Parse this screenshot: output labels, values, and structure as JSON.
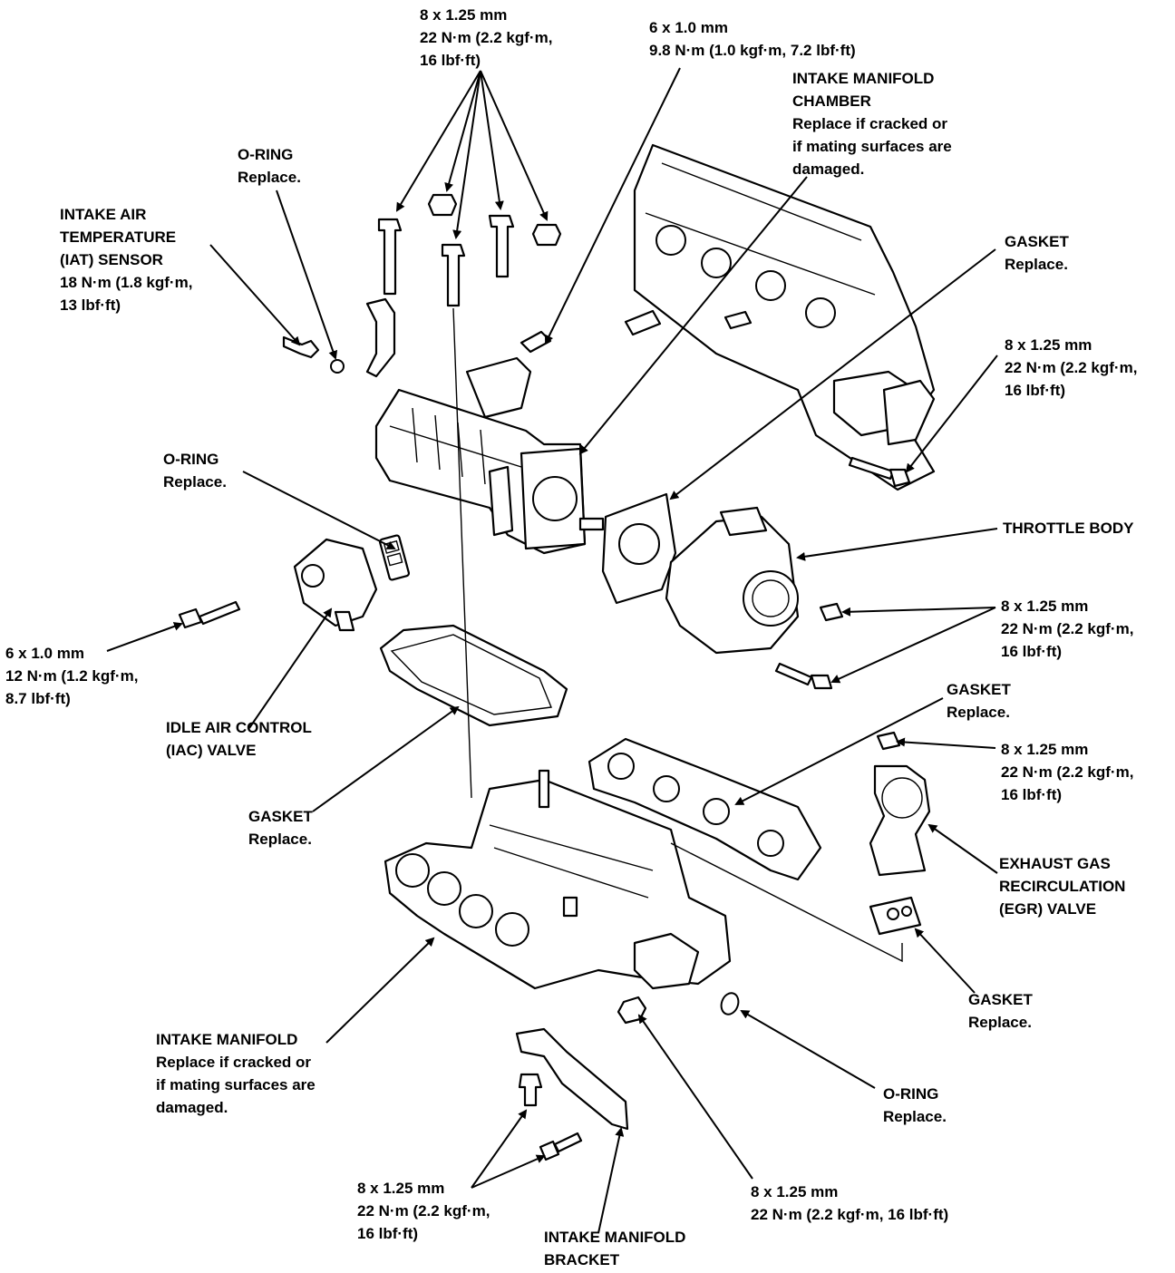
{
  "labels": {
    "top_bolts": [
      "8 x 1.25 mm",
      "22 N·m (2.2 kgf·m,",
      "16 lbf·ft)"
    ],
    "top_bolt_6mm": [
      "6 x 1.0 mm",
      "9.8 N·m (1.0 kgf·m, 7.2 lbf·ft)"
    ],
    "chamber": [
      "INTAKE MANIFOLD",
      "CHAMBER",
      "Replace if cracked or",
      "if mating surfaces are",
      "damaged."
    ],
    "oring_top": [
      "O-RING",
      "Replace."
    ],
    "iat_sensor": [
      "INTAKE AIR",
      "TEMPERATURE",
      "(IAT) SENSOR",
      "18 N·m (1.8 kgf·m,",
      "13 lbf·ft)"
    ],
    "gasket_top_right": [
      "GASKET",
      "Replace."
    ],
    "bolt_right_upper": [
      "8 x 1.25 mm",
      "22 N·m (2.2 kgf·m,",
      "16 lbf·ft)"
    ],
    "oring_mid": [
      "O-RING",
      "Replace."
    ],
    "throttle_body": [
      "THROTTLE BODY"
    ],
    "iac_bolt": [
      "6 x 1.0 mm",
      "12 N·m (1.2 kgf·m,",
      "8.7 lbf·ft)"
    ],
    "throttle_bolts": [
      "8 x 1.25 mm",
      "22 N·m (2.2 kgf·m,",
      "16 lbf·ft)"
    ],
    "iac_valve": [
      "IDLE AIR CONTROL",
      "(IAC) VALVE"
    ],
    "gasket_egr_top": [
      "GASKET",
      "Replace."
    ],
    "egr_nut": [
      "8 x 1.25 mm",
      "22 N·m (2.2 kgf·m,",
      "16 lbf·ft)"
    ],
    "gasket_mid_left": [
      "GASKET",
      "Replace."
    ],
    "egr_valve": [
      "EXHAUST GAS",
      "RECIRCULATION",
      "(EGR) VALVE"
    ],
    "gasket_egr_bottom": [
      "GASKET",
      "Replace."
    ],
    "intake_manifold": [
      "INTAKE MANIFOLD",
      "Replace if cracked or",
      "if mating surfaces are",
      "damaged."
    ],
    "oring_bottom": [
      "O-RING",
      "Replace."
    ],
    "bracket_bolts": [
      "8 x 1.25 mm",
      "22 N·m (2.2 kgf·m,",
      "16 lbf·ft)"
    ],
    "manifold_nut": [
      "8 x 1.25 mm",
      "22 N·m (2.2 kgf·m, 16 lbf·ft)"
    ],
    "bracket": [
      "INTAKE MANIFOLD",
      "BRACKET"
    ]
  }
}
